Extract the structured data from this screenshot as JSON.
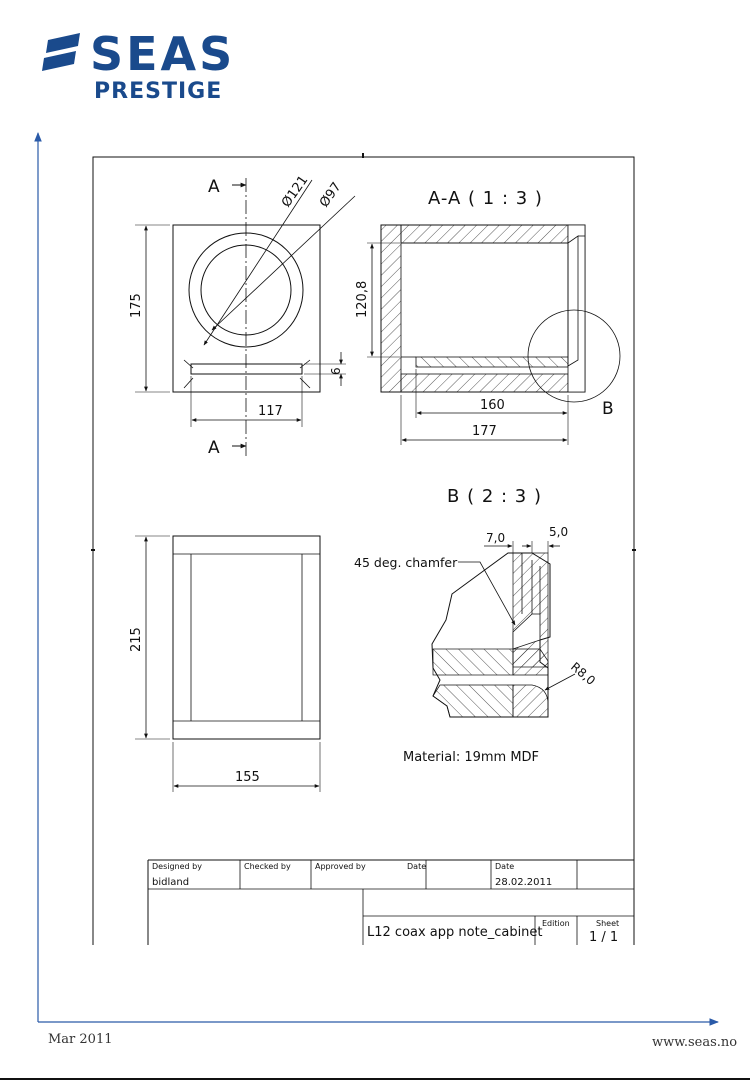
{
  "brand": {
    "name": "SEAS",
    "sub": "PRESTIGE",
    "color": "#1a4a8c"
  },
  "drawing": {
    "section_A_marker": "A",
    "section_AA_title": "A-A ( 1 : 3 )",
    "detail_B_title": "B ( 2 : 3 )",
    "detail_B_marker": "B",
    "dims": {
      "d121": "Ø121",
      "d97": "Ø97",
      "h175": "175",
      "w117": "117",
      "t6": "6",
      "h120_8": "120,8",
      "w160": "160",
      "w177": "177",
      "h215": "215",
      "w155": "155",
      "c7_0": "7,0",
      "c5_0": "5,0",
      "r8_0": "R8,0"
    },
    "chamfer_note": "45 deg. chamfer",
    "material": "Material: 19mm MDF"
  },
  "title_block": {
    "designed_by_label": "Designed by",
    "designed_by": "bidland",
    "checked_by_label": "Checked by",
    "approved_by_label": "Approved by",
    "date_label_1": "Date",
    "date_label_2": "Date",
    "date": "28.02.2011",
    "title": "L12 coax app note_cabinet",
    "edition_label": "Edition",
    "sheet_label": "Sheet",
    "sheet": "1 / 1"
  },
  "footer": {
    "date": "Mar 2011",
    "url": "www.seas.no"
  },
  "colors": {
    "axis_arrow": "#2a5aa8"
  }
}
